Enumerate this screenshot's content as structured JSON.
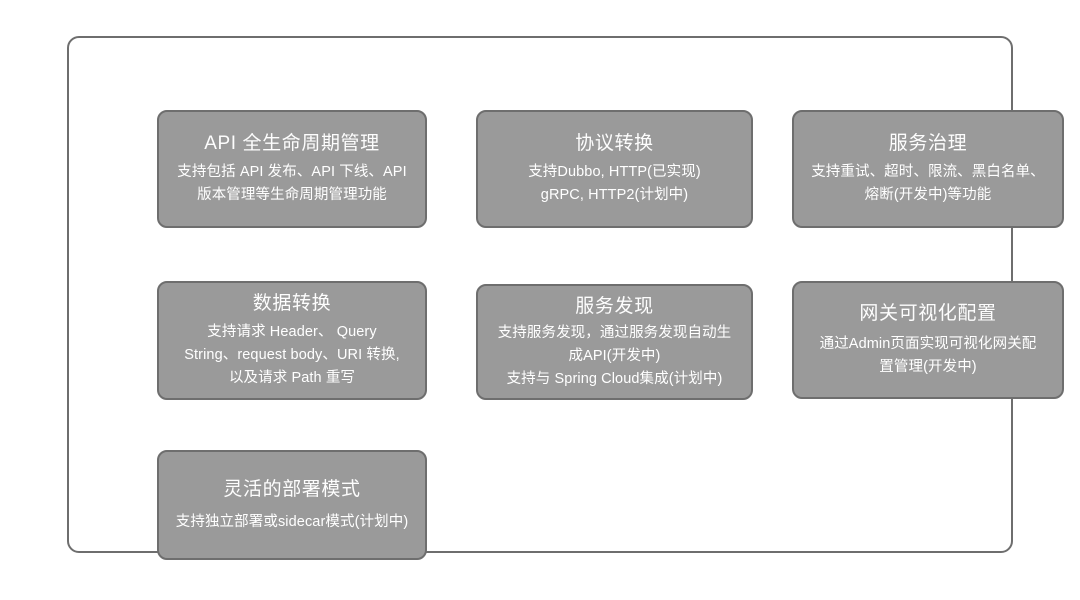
{
  "diagram": {
    "background_color": "#ffffff",
    "frame_border_color": "#6e6e6e",
    "card_fill_color": "#9a9a9a",
    "card_border_color": "#6e6e6e",
    "card_text_color": "#ffffff",
    "cards": [
      {
        "id": "api-lifecycle",
        "title": "API 全生命周期管理",
        "desc_lines": [
          "支持包括 API 发布、API 下线、API",
          "版本管理等生命周期管理功能"
        ]
      },
      {
        "id": "protocol-conversion",
        "title": "协议转换",
        "desc_lines": [
          "支持Dubbo, HTTP(已实现)",
          "gRPC, HTTP2(计划中)"
        ]
      },
      {
        "id": "service-governance",
        "title": "服务治理",
        "desc_lines": [
          "支持重试、超时、限流、黑白名单、",
          "熔断(开发中)等功能"
        ]
      },
      {
        "id": "data-transform",
        "title": "数据转换",
        "desc_lines": [
          "支持请求 Header、 Query",
          "String、request body、URI 转换,",
          "以及请求 Path 重写"
        ]
      },
      {
        "id": "service-discovery",
        "title": "服务发现",
        "desc_lines": [
          "支持服务发现，通过服务发现自动生",
          "成API(开发中)",
          "支持与 Spring Cloud集成(计划中)"
        ]
      },
      {
        "id": "gateway-visual-config",
        "title": "网关可视化配置",
        "desc_lines": [
          "通过Admin页面实现可视化网关配",
          "置管理(开发中)"
        ]
      },
      {
        "id": "flexible-deployment",
        "title": "灵活的部署模式",
        "desc_lines": [
          "支持独立部署或sidecar模式(计划中)"
        ]
      }
    ]
  }
}
